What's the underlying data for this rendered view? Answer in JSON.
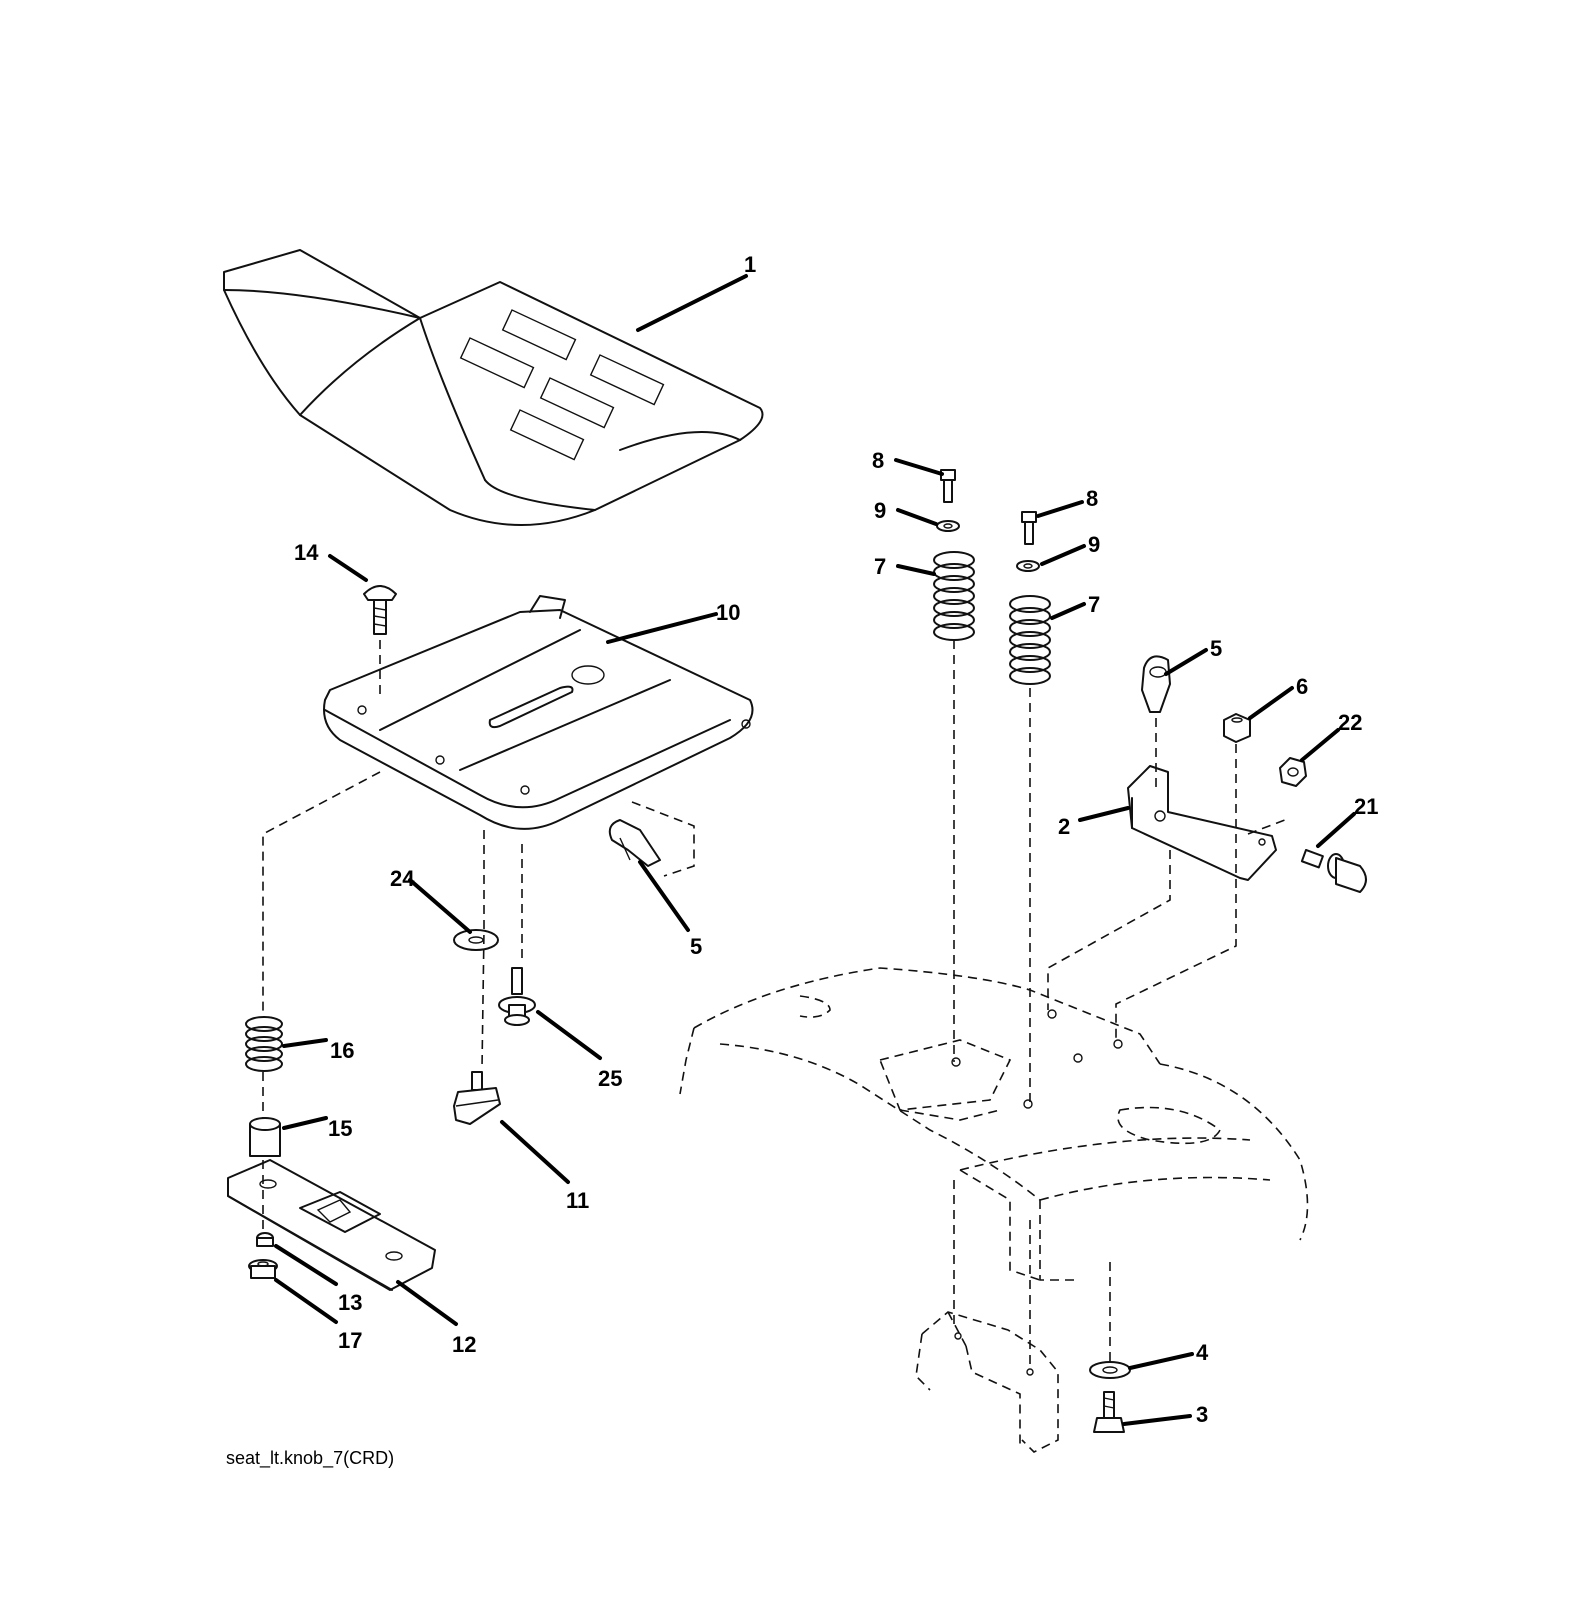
{
  "figure_id": "seat_lt.knob_7(CRD)",
  "callouts": {
    "c1": "1",
    "c2": "2",
    "c3": "3",
    "c4": "4",
    "c5a": "5",
    "c5b": "5",
    "c6": "6",
    "c7a": "7",
    "c7b": "7",
    "c8a": "8",
    "c8b": "8",
    "c9a": "9",
    "c9b": "9",
    "c10": "10",
    "c11": "11",
    "c12": "12",
    "c13": "13",
    "c14": "14",
    "c15": "15",
    "c16": "16",
    "c17": "17",
    "c21": "21",
    "c22": "22",
    "c24": "24",
    "c25": "25"
  }
}
